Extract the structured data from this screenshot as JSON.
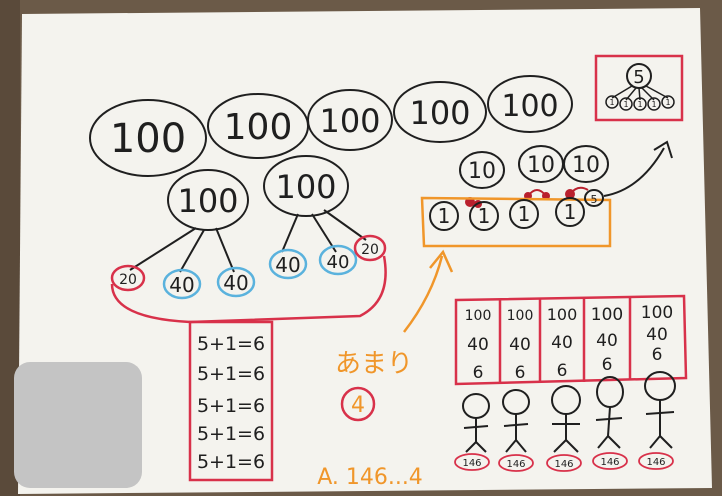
{
  "hundreds_row": [
    "100",
    "100",
    "100",
    "100",
    "100"
  ],
  "hundreds_pair": [
    "100",
    "100"
  ],
  "split_values": [
    "20",
    "40",
    "40",
    "40",
    "40",
    "20"
  ],
  "tens": [
    "10",
    "10",
    "10"
  ],
  "ones": [
    "1",
    "1",
    "1",
    "1"
  ],
  "carry_five": "5",
  "five_box": {
    "top": "5",
    "parts": [
      "1",
      "1",
      "1",
      "1",
      "1"
    ]
  },
  "equations": [
    "5+1=6",
    "5+1=6",
    "5+1=6",
    "5+1=6",
    "5+1=6"
  ],
  "remainder_label": "あまり",
  "remainder_value": "4",
  "answer": "A. 146...4",
  "shares_table": [
    [
      "100",
      "40",
      "6"
    ],
    [
      "100",
      "40",
      "6"
    ],
    [
      "100",
      "40",
      "6"
    ],
    [
      "100",
      "40",
      "6"
    ],
    [
      "100",
      "40",
      "6"
    ]
  ],
  "people_labels": [
    "146",
    "146",
    "146",
    "146",
    "146"
  ],
  "colors": {
    "paper": "#f4f3ee",
    "ink": "#1f1f1f",
    "red": "#d8314a",
    "orange": "#f0962a",
    "blue": "#5ab2dd",
    "board": "#6b5a48"
  }
}
